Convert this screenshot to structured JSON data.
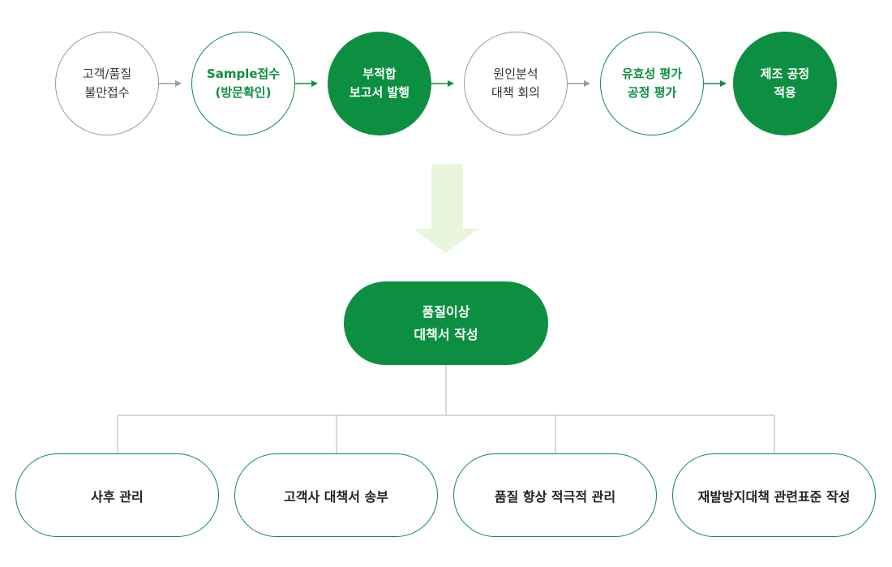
{
  "process_steps": [
    {
      "lines": [
        "고객/품질",
        "불만접수"
      ],
      "style": "gray"
    },
    {
      "lines": [
        "Sample접수",
        "(방문확인)"
      ],
      "style": "outline"
    },
    {
      "lines": [
        "부적합",
        "보고서 발행"
      ],
      "style": "filled"
    },
    {
      "lines": [
        "원인분석",
        "대책 회의"
      ],
      "style": "gray"
    },
    {
      "lines": [
        "유효성 평가",
        "공정 평가"
      ],
      "style": "outline"
    },
    {
      "lines": [
        "제조 공정",
        "적용"
      ],
      "style": "filled"
    }
  ],
  "center_node": {
    "lines": [
      "품질이상",
      "대책서 작성"
    ]
  },
  "outcomes": [
    "사후 관리",
    "고객사 대책서 송부",
    "품질 향상 적극적 관리",
    "재발방지대책 관련표준 작성"
  ],
  "colors": {
    "green": "#0c8f41",
    "gray": "#9a9a9a",
    "light_green_arrow": "#eaf5dd",
    "connector": "#cccccc"
  }
}
